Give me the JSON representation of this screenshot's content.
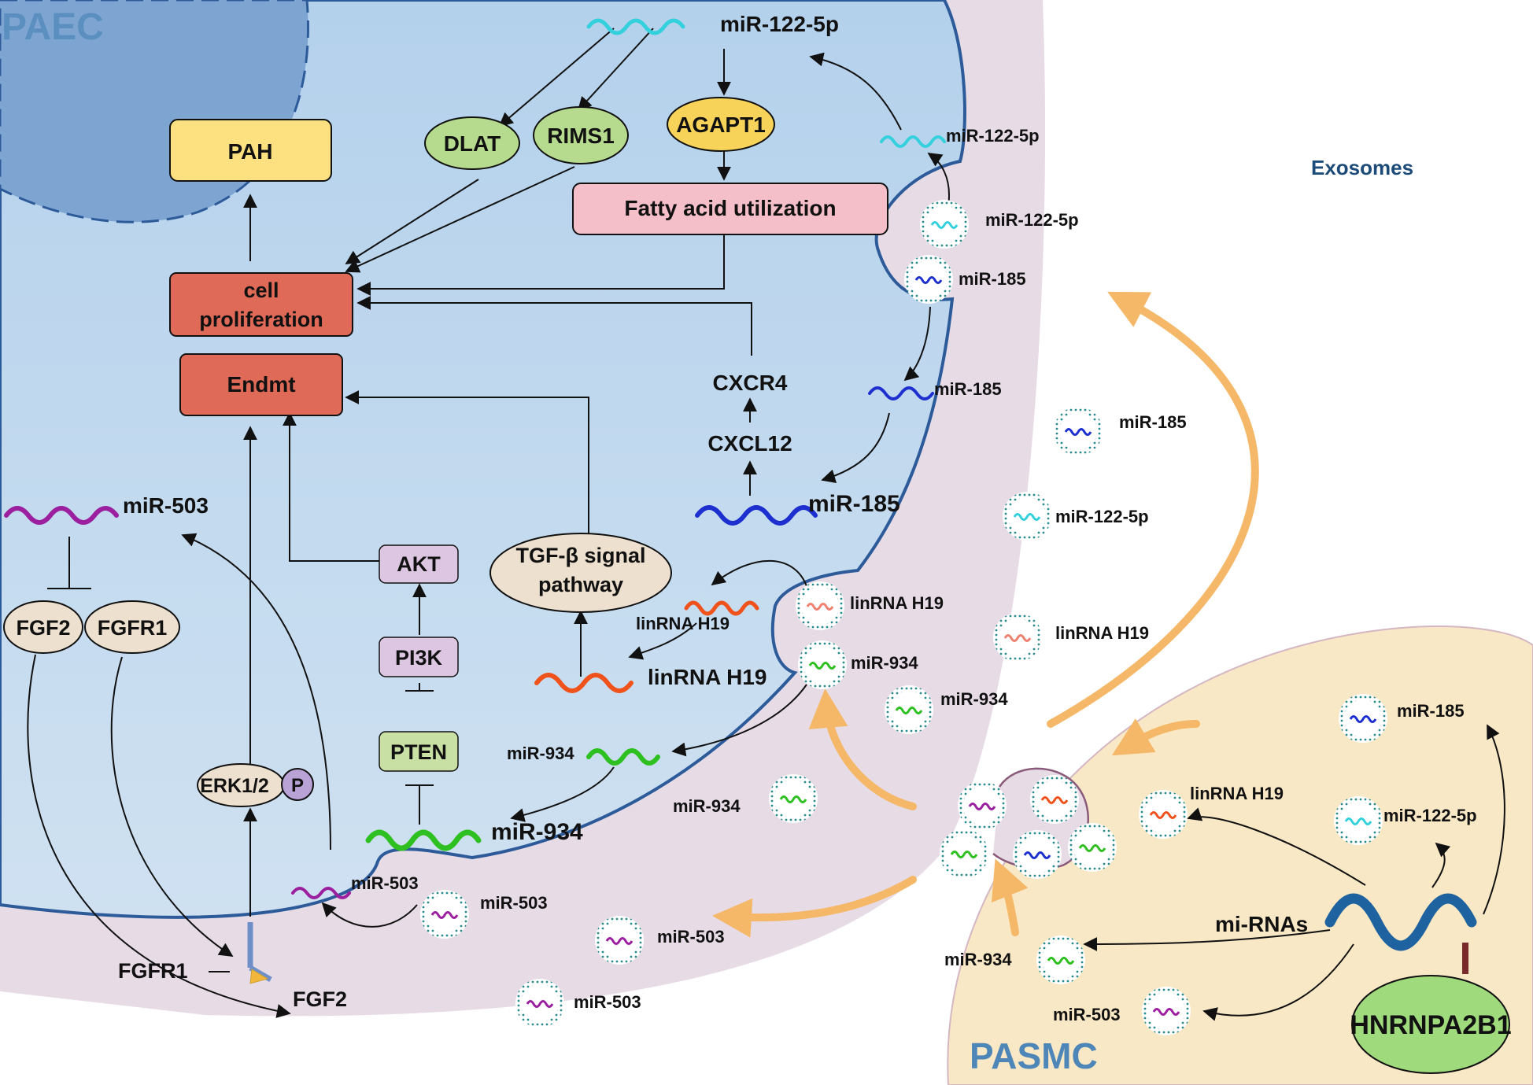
{
  "cells": {
    "paec": "PAEC",
    "pasmc": "PASMC",
    "exosomes": "Exosomes"
  },
  "boxes": {
    "pah": "PAH",
    "cell_proliferation_1": "cell",
    "cell_proliferation_2": "proliferation",
    "endmt": "Endmt",
    "fatty_acid": "Fatty acid utilization",
    "dlat": "DLAT",
    "rims1": "RIMS1",
    "agapt1": "AGAPT1",
    "cxcr4": "CXCR4",
    "cxcl12": "CXCL12",
    "akt": "AKT",
    "pi3k": "PI3K",
    "pten": "PTEN",
    "tgf_1": "TGF-β signal",
    "tgf_2": "pathway",
    "fgf2": "FGF2",
    "fgfr1": "FGFR1",
    "erk": "ERK1/2",
    "p": "P",
    "receptor_fgfr1": "FGFR1",
    "receptor_fgf2": "FGF2",
    "hnrnpa2b1": "HNRNPA2B1",
    "mi_rnas": "mi-RNAs"
  },
  "rna": {
    "mir122_top": "miR-122-5p",
    "mir122_small": "miR-122-5p",
    "mir122_vesicle": "miR-122-5p",
    "mir185_vesicle": "miR-185",
    "mir185_small": "miR-185",
    "mir185_big": "miR-185",
    "mir503_big": "miR-503",
    "mir503_small": "miR-503",
    "mir503_vesicle": "miR-503",
    "linrna_small": "linRNA H19",
    "linrna_big": "linRNA H19",
    "linrna_vesicle": "linRNA H19",
    "mir934_vesicle": "miR-934",
    "mir934_med": "miR-934",
    "mir934_big": "miR-934",
    "ex_mir185": "miR-185",
    "ex_mir122": "miR-122-5p",
    "ex_linrna": "linRNA H19",
    "ex_mir934_a": "miR-934",
    "ex_mir934_b": "miR-934",
    "ex_mir503_a": "miR-503",
    "ex_mir503_b": "miR-503",
    "pa_mir185": "miR-185",
    "pa_linrna": "linRNA H19",
    "pa_mir122": "miR-122-5p",
    "pa_mir934": "miR-934",
    "pa_mir503": "miR-503"
  },
  "colors": {
    "mir122": "#35d0de",
    "mir185": "#1d2fcf",
    "mir503": "#9b1f9e",
    "mir934": "#2ec020",
    "linrna": "#f0521b",
    "membrane": "#2d5b9a",
    "arrow_orange": "#f5b868"
  }
}
